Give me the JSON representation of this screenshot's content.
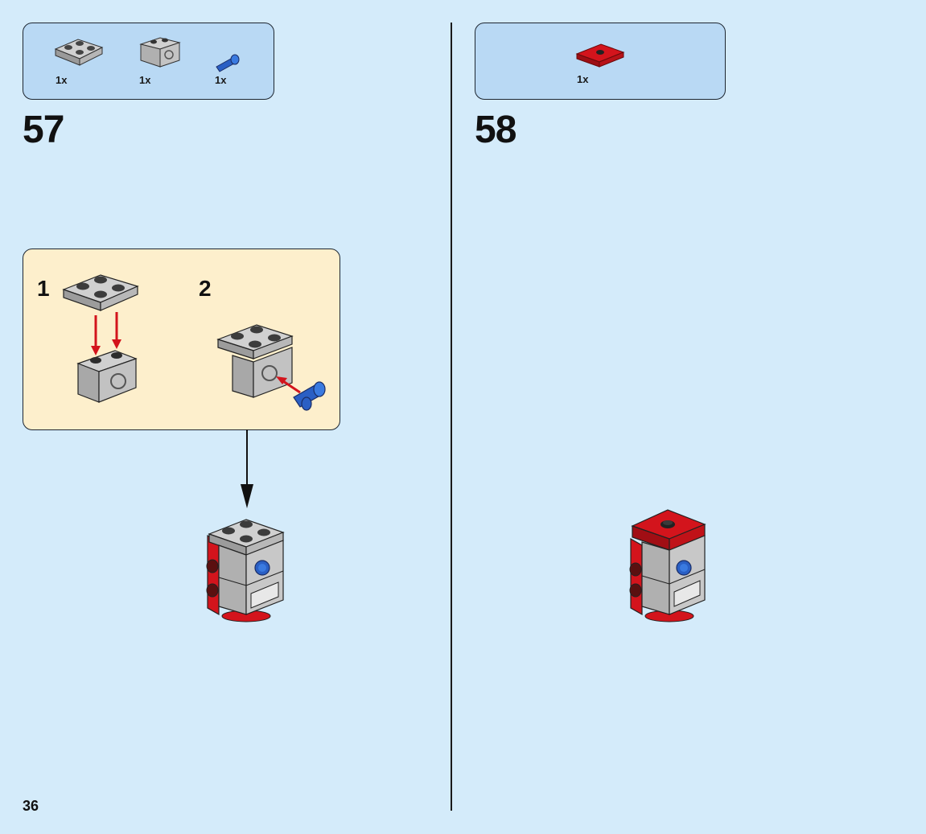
{
  "page": {
    "number": "36",
    "colors": {
      "background": "#d4ebfa",
      "parts_box": "#b9d9f4",
      "sub_box": "#fdefcc",
      "brick_gray": "#bcbcbc",
      "brick_red": "#d3141c",
      "pin_blue": "#2a5fc4",
      "stud_dark": "#3a3a3a"
    }
  },
  "step57": {
    "number": "57",
    "parts": [
      {
        "icon": "gray-plate-2x2-icon",
        "qty": "1x"
      },
      {
        "icon": "gray-technic-brick-1x2-icon",
        "qty": "1x"
      },
      {
        "icon": "blue-technic-pin-icon",
        "qty": "1x"
      }
    ],
    "substeps": [
      {
        "number": "1"
      },
      {
        "number": "2"
      }
    ]
  },
  "step58": {
    "number": "58",
    "parts": [
      {
        "icon": "red-jumper-plate-2x2-icon",
        "qty": "1x"
      }
    ]
  }
}
